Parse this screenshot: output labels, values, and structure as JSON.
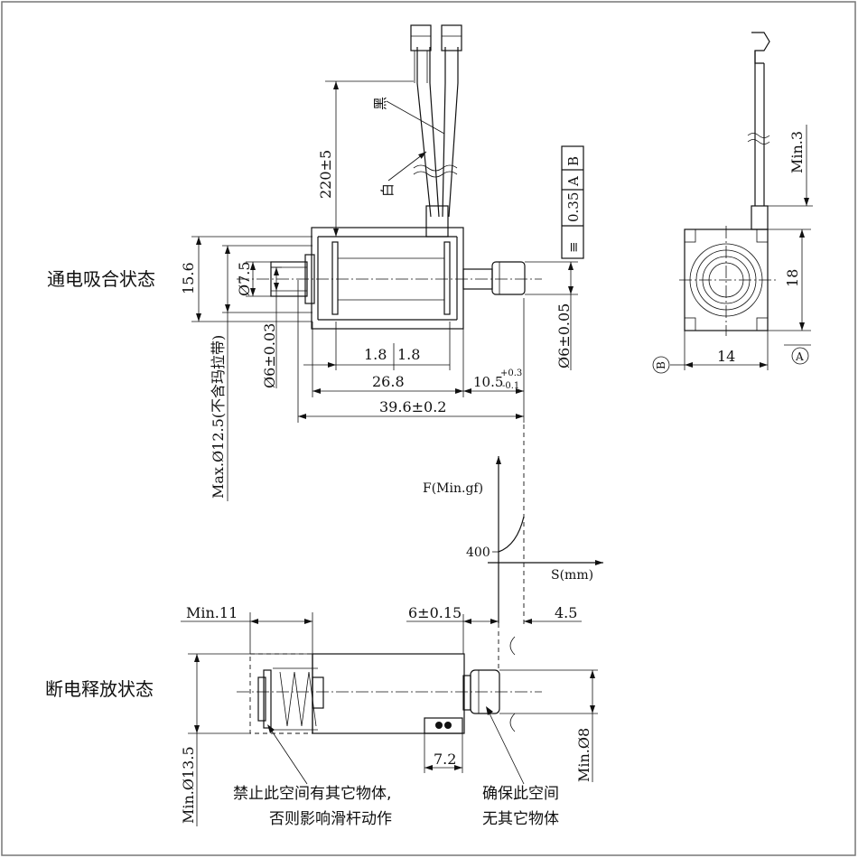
{
  "labels": {
    "energized": "通电吸合状态",
    "deenergized": "断电释放状态",
    "wire_black": "黑",
    "wire_white": "白",
    "note_left_1": "禁止此空间有其它物体,",
    "note_left_2": "否则影响滑杆动作",
    "note_right_1": "确保此空间",
    "note_right_2": "无其它物体"
  },
  "dims": {
    "lead_len": "220±5",
    "h15_6": "15.6",
    "d7_5": "Ø7.5",
    "d6_03": "Ø6±0.03",
    "max_d": "Max.Ø12.5(不含玛拉带)",
    "d1_8a": "1.8",
    "d1_8b": "1.8",
    "l26_8": "26.8",
    "l10_5": "10.5",
    "tol_up": "+0.3",
    "tol_dn": "-0.1",
    "l39_6": "39.6±0.2",
    "d6_05": "Ø6±0.05",
    "min3": "Min.3",
    "h18": "18",
    "w14": "14",
    "datum_a": "A",
    "datum_b": "B",
    "min11": "Min.11",
    "s6_15": "6±0.15",
    "s4_5": "4.5",
    "w7_2": "7.2",
    "d13_5": "Min.Ø13.5",
    "d8": "Min.Ø8"
  },
  "tolerance_frame": {
    "symbol": "≡",
    "value": "0.35",
    "datum1": "A",
    "datum2": "B"
  },
  "chart_data": {
    "type": "line",
    "ylabel": "F(Min.gf)",
    "xlabel": "S(mm)",
    "yticks": [
      "400"
    ]
  }
}
